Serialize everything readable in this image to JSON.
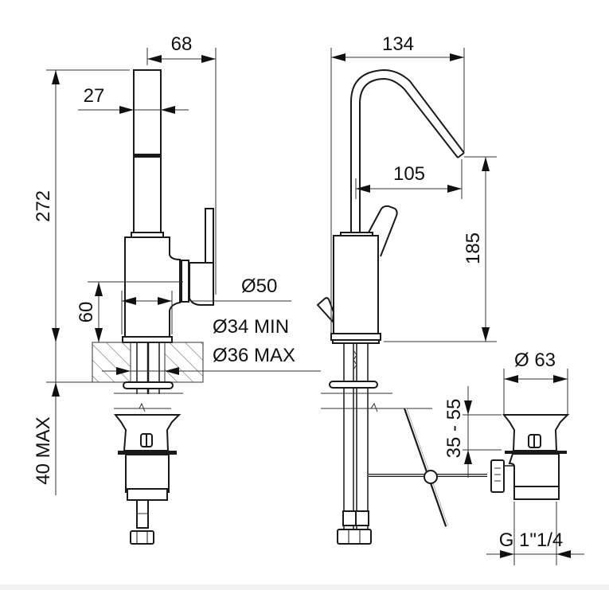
{
  "drawing": {
    "title": "Single-lever basin mixer dimensional drawing",
    "units": "mm",
    "colors": {
      "line": "#1a1a1a",
      "dimension": "#333333",
      "background": "#ffffff"
    },
    "front_view": {
      "dim_overall_depth": "68",
      "dim_spout_width": "27",
      "dim_total_height": "272",
      "dim_body_height": "60",
      "dim_body_diameter": "Ø50",
      "dim_hole_min": "Ø34 MIN",
      "dim_hole_max": "Ø36 MAX",
      "dim_deck_thickness": "40 MAX"
    },
    "side_view": {
      "dim_spout_reach_total": "134",
      "dim_spout_reach": "105",
      "dim_spout_height": "185"
    },
    "waste_view": {
      "dim_waste_diameter": "Ø 63",
      "dim_waste_adjust": "35 - 55",
      "dim_thread": "G 1\"1/4"
    }
  }
}
